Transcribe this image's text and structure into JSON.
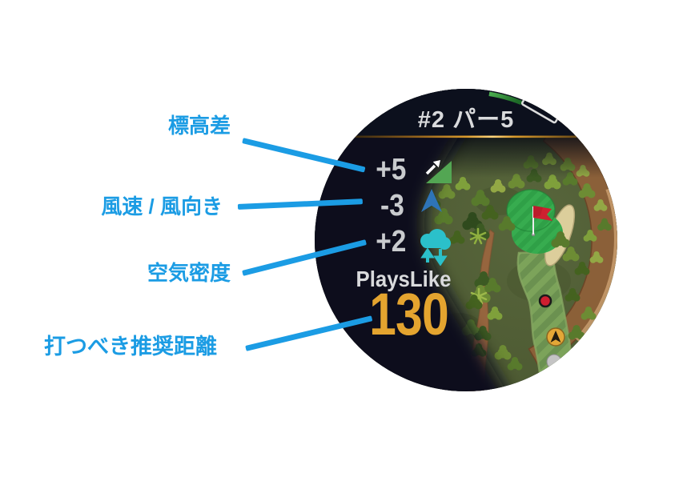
{
  "annotations": {
    "accent_color": "#1B9CE4",
    "items": [
      {
        "id": "elevation",
        "label": "標高差"
      },
      {
        "id": "wind",
        "label": "風速 / 風向き"
      },
      {
        "id": "air-density",
        "label": "空気密度"
      },
      {
        "id": "recommended-distance",
        "label": "打つべき推奨距離"
      }
    ]
  },
  "watch": {
    "header": {
      "hole_par": "#2 パー5"
    },
    "metrics": [
      {
        "id": "elevation",
        "value": "+5",
        "icon": "elevation-slope-icon",
        "icon_color": "#53A653"
      },
      {
        "id": "wind",
        "value": "-3",
        "icon": "wind-direction-icon",
        "icon_color": "#2E74B8"
      },
      {
        "id": "air-density",
        "value": "+2",
        "icon": "air-density-cloud-icon",
        "icon_color": "#2BC0CA"
      }
    ],
    "plays_like": {
      "label": "PlaysLike",
      "value": "130"
    },
    "colors": {
      "screen_background": "#0C101D",
      "value_text": "#C9CBCE",
      "header_text": "#D9DADC",
      "plays_like_value": "#E4A42F",
      "separator_gold": "#E8A83C"
    }
  }
}
